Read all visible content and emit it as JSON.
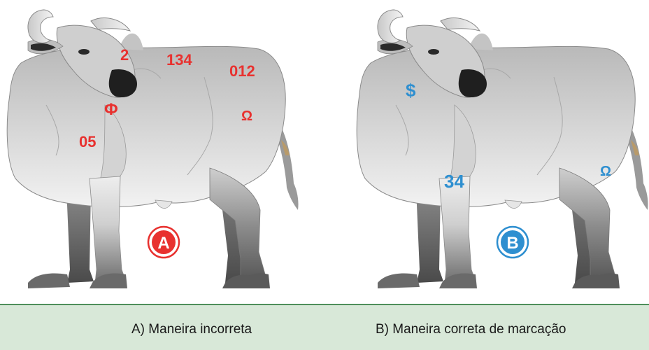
{
  "colors": {
    "incorrect": "#e8312f",
    "correct": "#2e8fd0",
    "ground": "#d8e8d8",
    "ground_edge": "#4f8f5a"
  },
  "panel_a": {
    "badge": "A",
    "marks": [
      "2",
      "134",
      "012",
      "Φ",
      "Ω",
      "05"
    ],
    "caption": "A) Maneira incorreta"
  },
  "panel_b": {
    "badge": "B",
    "marks": [
      "$",
      "34",
      "Ω"
    ],
    "caption": "B) Maneira correta de marcação"
  }
}
